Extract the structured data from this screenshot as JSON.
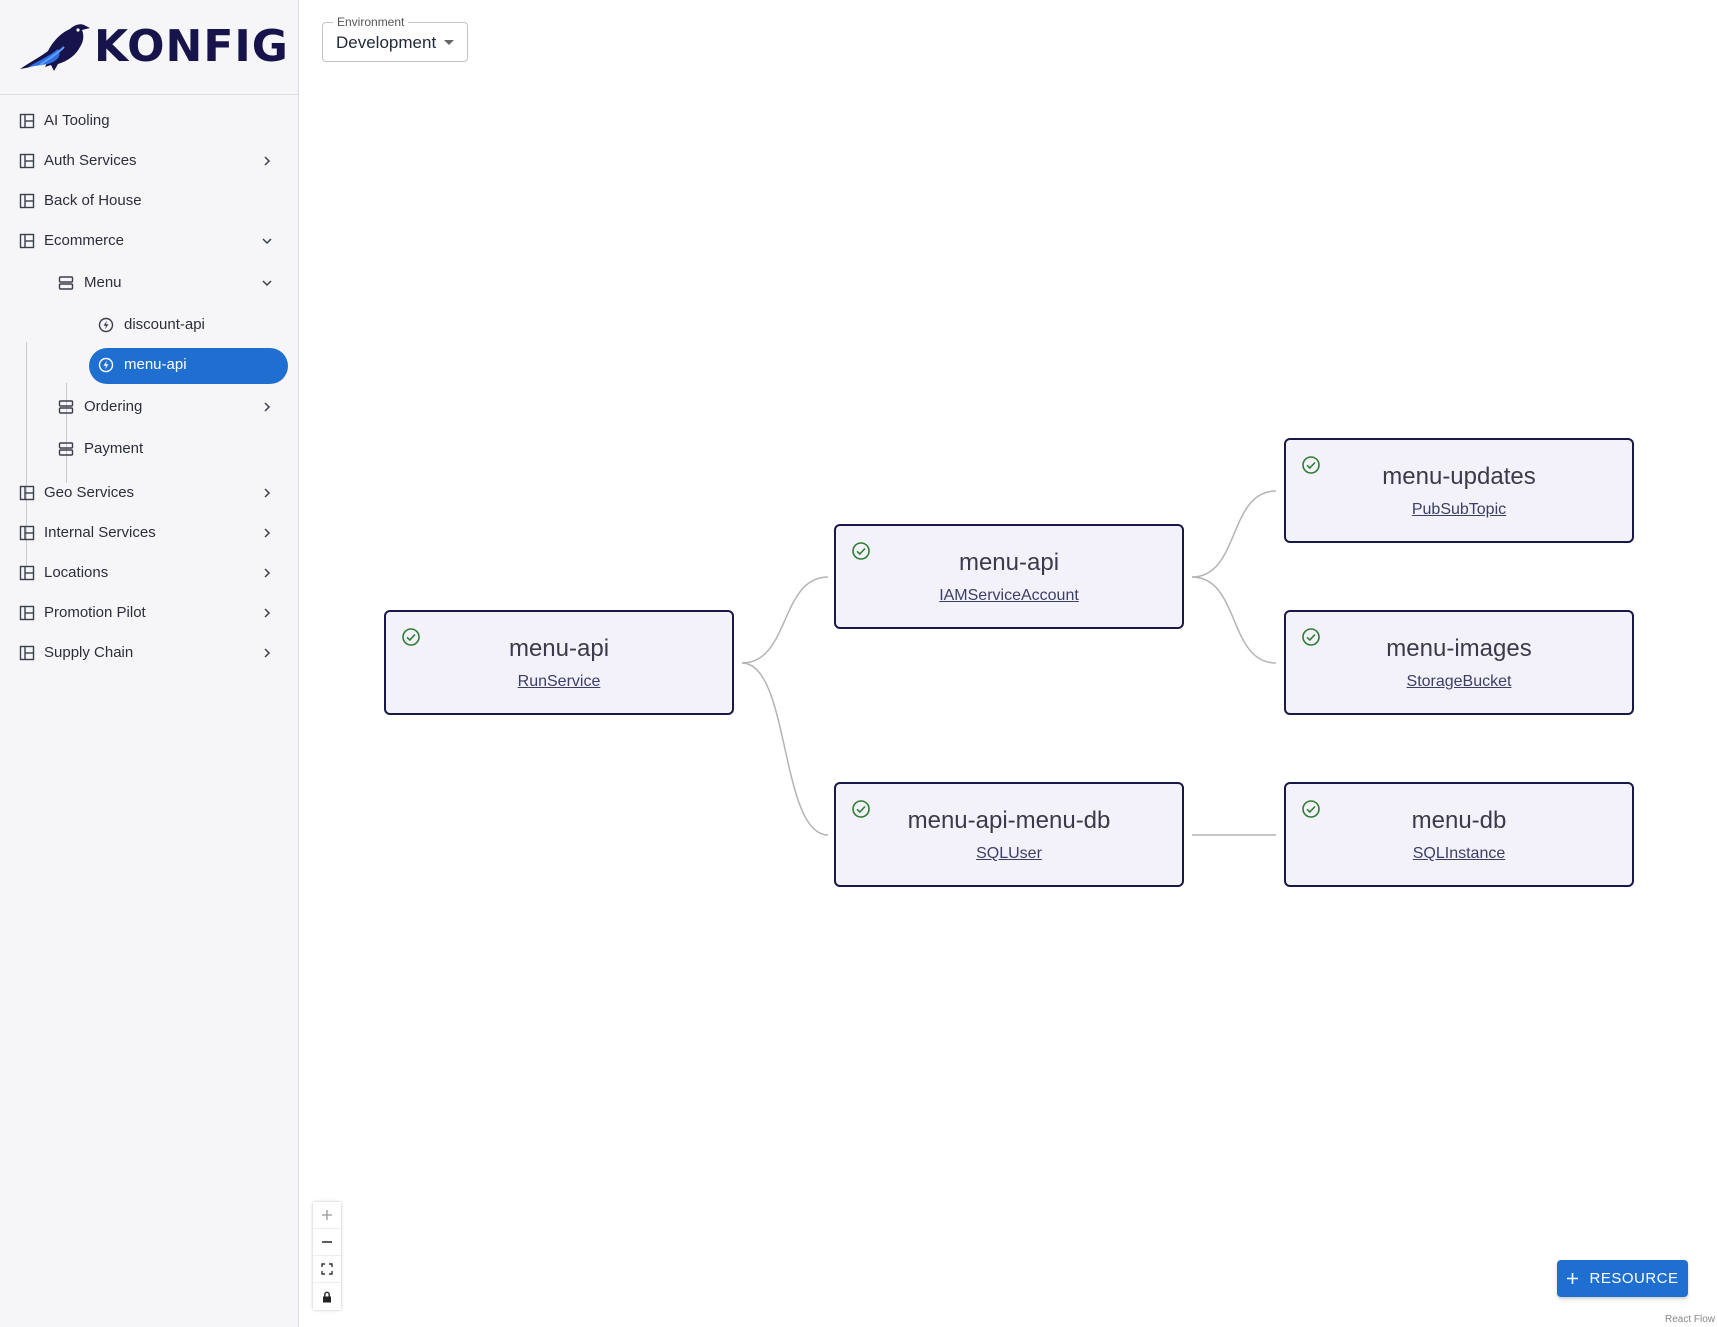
{
  "brand": {
    "name": "KONFIG"
  },
  "sidebar": {
    "items": [
      {
        "label": "AI Tooling"
      },
      {
        "label": "Auth Services"
      },
      {
        "label": "Back of House"
      },
      {
        "label": "Ecommerce"
      },
      {
        "label": "Menu"
      },
      {
        "label": "discount-api"
      },
      {
        "label": "menu-api",
        "selected": true
      },
      {
        "label": "Ordering"
      },
      {
        "label": "Payment"
      },
      {
        "label": "Geo Services"
      },
      {
        "label": "Internal Services"
      },
      {
        "label": "Locations"
      },
      {
        "label": "Promotion Pilot"
      },
      {
        "label": "Supply Chain"
      }
    ]
  },
  "environment": {
    "label": "Environment",
    "value": "Development"
  },
  "graph": {
    "nodes": [
      {
        "name": "menu-api",
        "kind": "RunService",
        "status": "ok"
      },
      {
        "name": "menu-api",
        "kind": "IAMServiceAccount",
        "status": "ok"
      },
      {
        "name": "menu-api-menu-db",
        "kind": "SQLUser",
        "status": "ok"
      },
      {
        "name": "menu-updates",
        "kind": "PubSubTopic",
        "status": "ok"
      },
      {
        "name": "menu-images",
        "kind": "StorageBucket",
        "status": "ok"
      },
      {
        "name": "menu-db",
        "kind": "SQLInstance",
        "status": "ok"
      }
    ]
  },
  "actions": {
    "add_resource": "RESOURCE"
  },
  "attribution": "React Flow",
  "colors": {
    "accent": "#1f6fd1",
    "node_border": "#191846",
    "node_bg": "#f3f2fb",
    "status_ok": "#2e7d32"
  }
}
